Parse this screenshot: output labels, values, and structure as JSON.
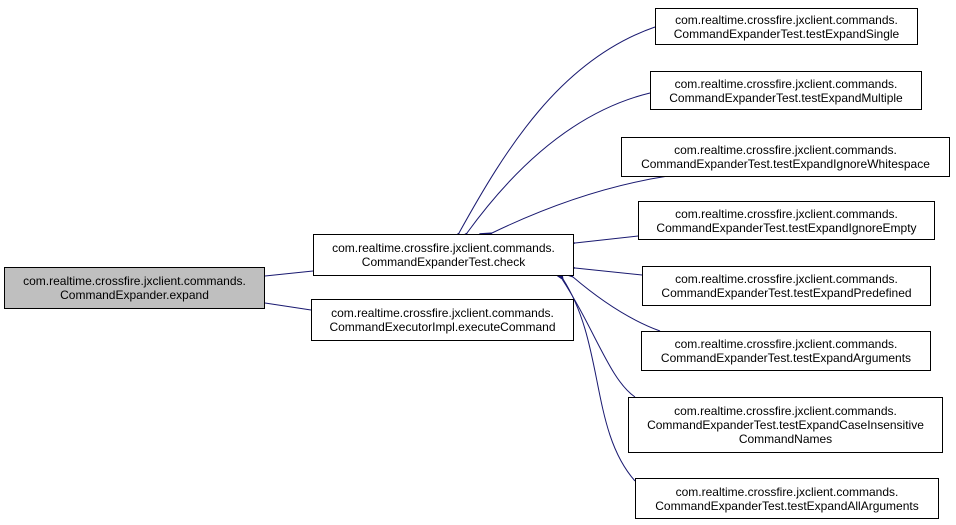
{
  "colors": {
    "edge": "#191970",
    "root_fill": "#bfbfbf",
    "node_border": "#000000"
  },
  "nodes": {
    "expand": {
      "line1": "com.realtime.crossfire.jxclient.commands.",
      "line2": "CommandExpander.expand"
    },
    "check": {
      "line1": "com.realtime.crossfire.jxclient.commands.",
      "line2": "CommandExpanderTest.check"
    },
    "execute": {
      "line1": "com.realtime.crossfire.jxclient.commands.",
      "line2": "CommandExecutorImpl.executeCommand"
    },
    "single": {
      "line1": "com.realtime.crossfire.jxclient.commands.",
      "line2": "CommandExpanderTest.testExpandSingle"
    },
    "multiple": {
      "line1": "com.realtime.crossfire.jxclient.commands.",
      "line2": "CommandExpanderTest.testExpandMultiple"
    },
    "whitespace": {
      "line1": "com.realtime.crossfire.jxclient.commands.",
      "line2": "CommandExpanderTest.testExpandIgnoreWhitespace"
    },
    "empty": {
      "line1": "com.realtime.crossfire.jxclient.commands.",
      "line2": "CommandExpanderTest.testExpandIgnoreEmpty"
    },
    "predefined": {
      "line1": "com.realtime.crossfire.jxclient.commands.",
      "line2": "CommandExpanderTest.testExpandPredefined"
    },
    "arguments": {
      "line1": "com.realtime.crossfire.jxclient.commands.",
      "line2": "CommandExpanderTest.testExpandArguments"
    },
    "caseinsensitive": {
      "line1": "com.realtime.crossfire.jxclient.commands.",
      "line2": "CommandExpanderTest.testExpandCaseInsensitive",
      "line3": "CommandNames"
    },
    "allarguments": {
      "line1": "com.realtime.crossfire.jxclient.commands.",
      "line2": "CommandExpanderTest.testExpandAllArguments"
    }
  }
}
